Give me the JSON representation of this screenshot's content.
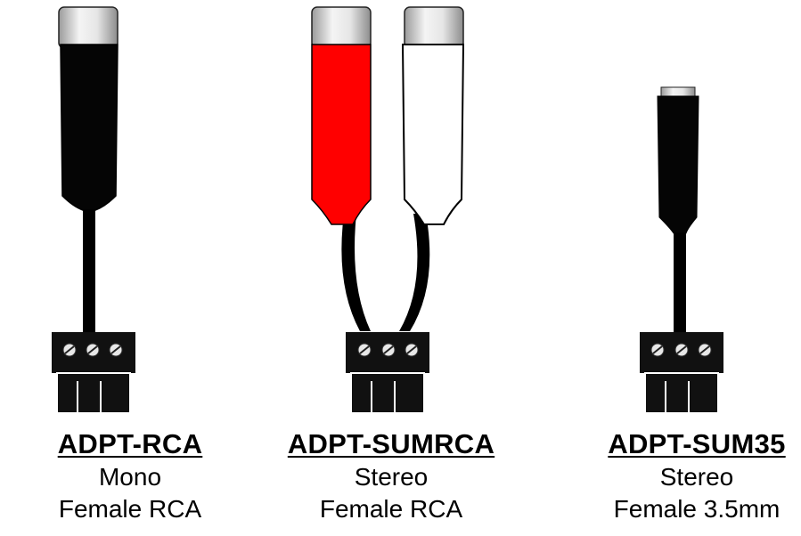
{
  "products": [
    {
      "model": "ADPT-RCA",
      "channels": "Mono",
      "connector": "Female RCA",
      "plug_colors": [
        "#000000"
      ]
    },
    {
      "model": "ADPT-SUMRCA",
      "channels": "Stereo",
      "connector": "Female RCA",
      "plug_colors": [
        "#ff0000",
        "#ffffff"
      ]
    },
    {
      "model": "ADPT-SUM35",
      "channels": "Stereo",
      "connector": "Female 3.5mm",
      "plug_colors": [
        "#000000"
      ]
    }
  ],
  "colors": {
    "cable": "#000000",
    "rca_collar": "#d9d9d9",
    "terminal_block": "#111111"
  }
}
